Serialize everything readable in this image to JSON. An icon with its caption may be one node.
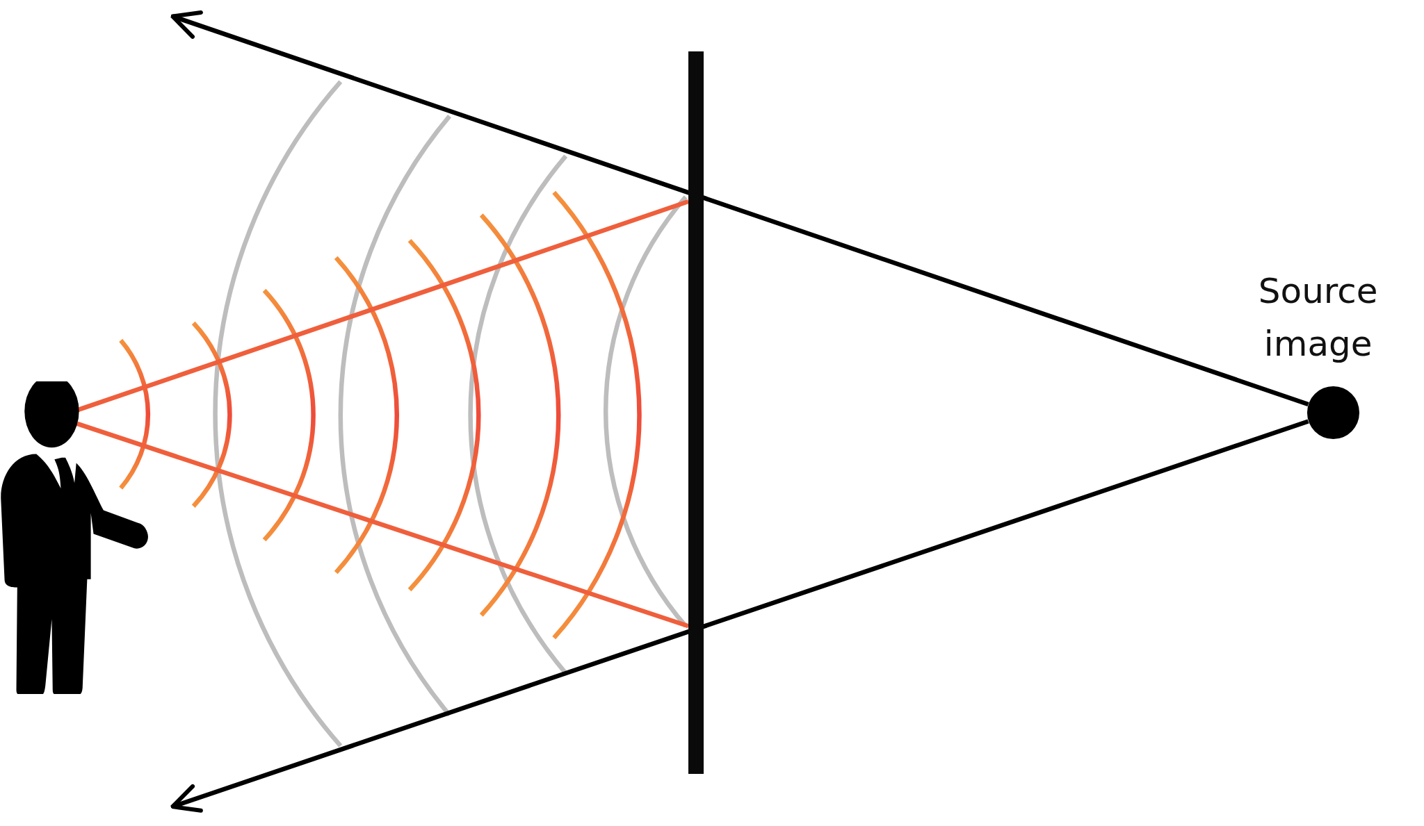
{
  "diagram": {
    "nodes": [
      {
        "text": [],
        "shape": "person"
      },
      {
        "text": [],
        "shape": "circle",
        "beside": [
          "Source image"
        ]
      },
      {
        "text": [],
        "shape": "bar"
      }
    ],
    "edges": [
      {
        "from": 1,
        "to": null,
        "arrow": "to"
      },
      {
        "from": 1,
        "to": null,
        "arrow": "to"
      },
      {
        "from": 0,
        "to": 2,
        "arrow": "none",
        "color": "#ef5f3c"
      },
      {
        "from": 0,
        "to": 2,
        "arrow": "none",
        "color": "#ef5f3c"
      }
    ]
  }
}
